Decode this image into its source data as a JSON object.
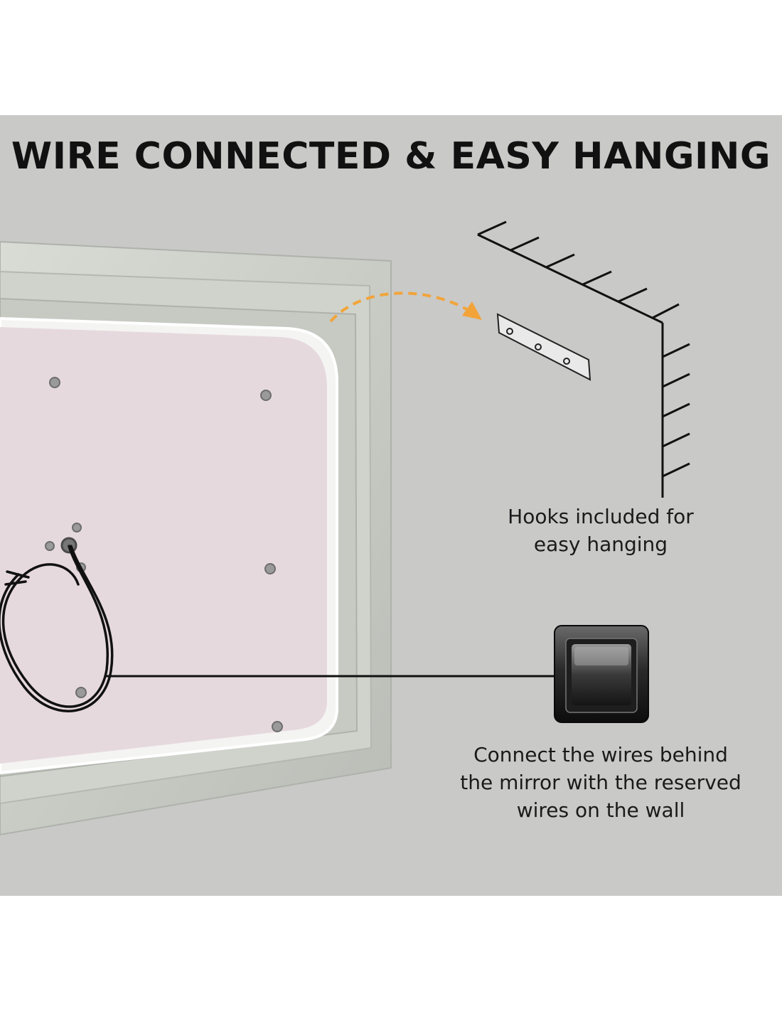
{
  "headline": "WIRE CONNECTED & EASY HANGING",
  "hooks_caption": {
    "line1": "Hooks included for",
    "line2": "easy hanging"
  },
  "wires_caption": {
    "line1": "Connect the wires behind",
    "line2": "the mirror with the reserved",
    "line3": "wires on the wall"
  },
  "colors": {
    "wall": "#c9c9c8",
    "mirror_back": "#e6d9de",
    "arrow": "#f2a43a",
    "text": "#111111"
  }
}
